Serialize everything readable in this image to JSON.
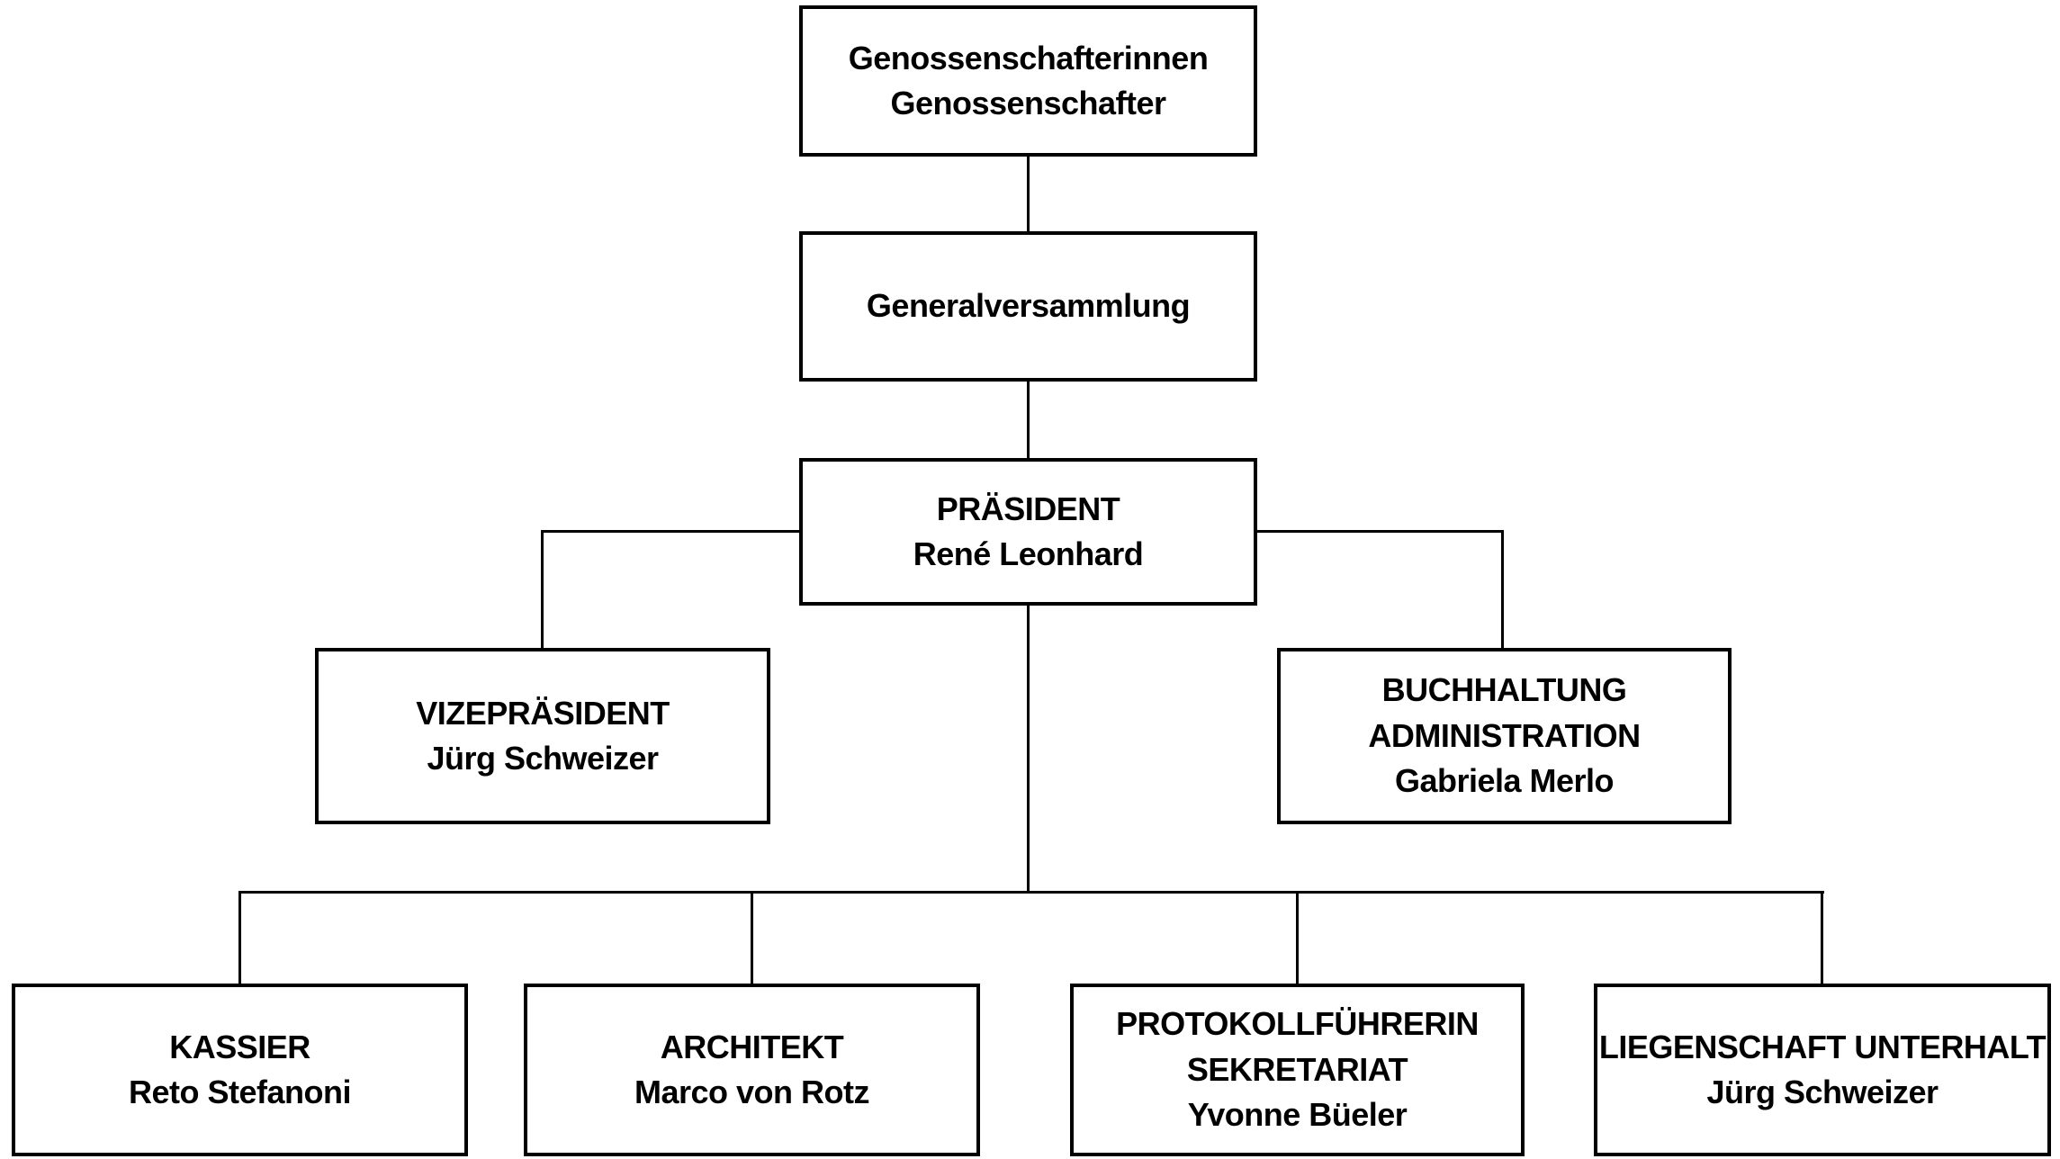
{
  "diagram": {
    "type": "org-chart",
    "colors": {
      "box_border": "#000000",
      "box_background": "#ffffff",
      "text": "#000000",
      "connector": "#000000",
      "page_background": "#ffffff"
    },
    "nodes": [
      {
        "id": "genossenschafter",
        "lines": [
          "Genossenschafterinnen",
          "Genossenschafter"
        ]
      },
      {
        "id": "generalversammlung",
        "lines": [
          "Generalversammlung"
        ]
      },
      {
        "id": "praesident",
        "lines": [
          "PRÄSIDENT",
          "René Leonhard"
        ]
      },
      {
        "id": "vizepraesident",
        "lines": [
          "VIZEPRÄSIDENT",
          "Jürg Schweizer"
        ]
      },
      {
        "id": "buchhaltung",
        "lines": [
          "BUCHHALTUNG",
          "ADMINISTRATION",
          "Gabriela Merlo"
        ]
      },
      {
        "id": "kassier",
        "lines": [
          "KASSIER",
          "Reto Stefanoni"
        ]
      },
      {
        "id": "architekt",
        "lines": [
          "ARCHITEKT",
          "Marco von Rotz"
        ]
      },
      {
        "id": "protokollfuehrerin",
        "lines": [
          "PROTOKOLLFÜHRERIN",
          "SEKRETARIAT",
          "Yvonne Büeler"
        ]
      },
      {
        "id": "liegenschaft",
        "lines": [
          "LIEGENSCHAFT UNTERHALT",
          "Jürg Schweizer"
        ]
      }
    ],
    "edges": [
      {
        "from": "genossenschafter",
        "to": "generalversammlung"
      },
      {
        "from": "generalversammlung",
        "to": "praesident"
      },
      {
        "from": "praesident",
        "to": "vizepraesident"
      },
      {
        "from": "praesident",
        "to": "buchhaltung"
      },
      {
        "from": "praesident",
        "to": "kassier"
      },
      {
        "from": "praesident",
        "to": "architekt"
      },
      {
        "from": "praesident",
        "to": "protokollfuehrerin"
      },
      {
        "from": "praesident",
        "to": "liegenschaft"
      }
    ]
  }
}
